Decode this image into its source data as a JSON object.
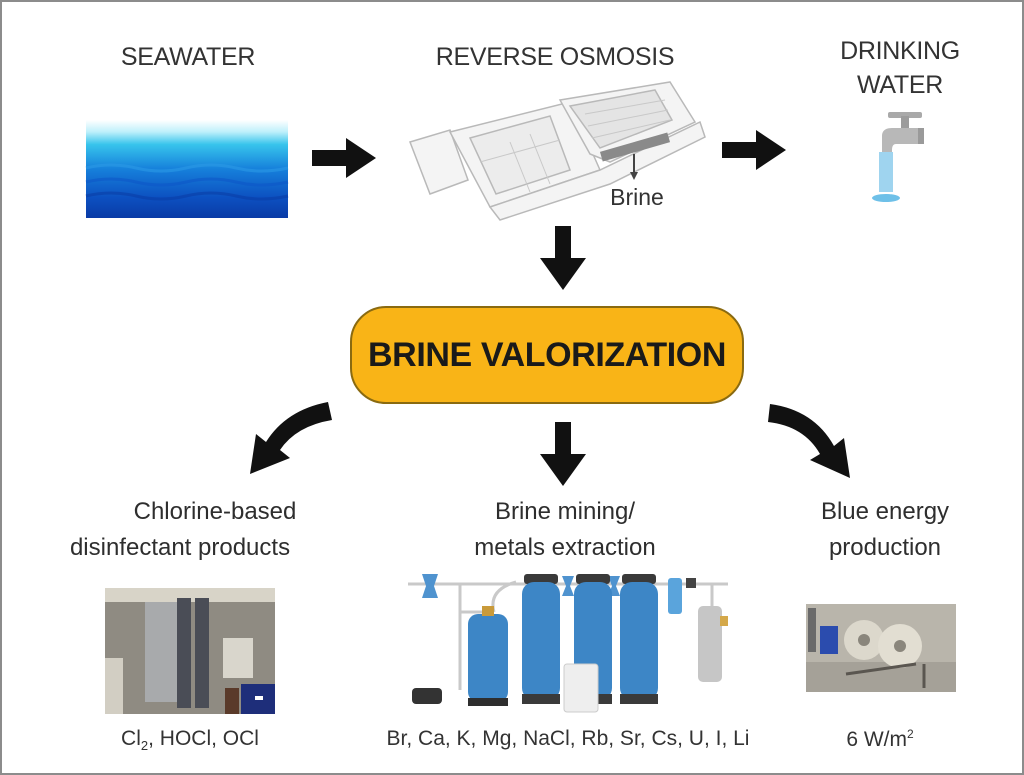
{
  "diagram": {
    "top_row": {
      "seawater_title": "SEAWATER",
      "ro_title": "REVERSE OSMOSIS",
      "drinking_title_line1": "DRINKING",
      "drinking_title_line2": "WATER",
      "brine_label": "Brine"
    },
    "center": {
      "label": "BRINE VALORIZATION",
      "fill_color": "#f9b417"
    },
    "branches": [
      {
        "title_line1": "Chlorine-based",
        "title_line2": "disinfectant products",
        "products_main": "Cl",
        "products_sub": "2",
        "products_rest": ", HOCl, OCl",
        "image": "electrolysis-plant-photo"
      },
      {
        "title_line1": "Brine mining/",
        "title_line2": "metals extraction",
        "products": "Br, Ca, K, Mg, NaCl, Rb, Sr, Cs, U, I, Li",
        "image": "filtration-columns-illustration"
      },
      {
        "title_line1": "Blue energy",
        "title_line2": "production",
        "products_main": "6 W/m",
        "products_sup": "2",
        "image": "reverse-electrodialysis-stack-photo"
      }
    ],
    "colors": {
      "arrow": "#111111",
      "water_dark": "#0a3fa8",
      "water_light": "#3cc8ee",
      "column_blue": "#3d86c6"
    }
  }
}
